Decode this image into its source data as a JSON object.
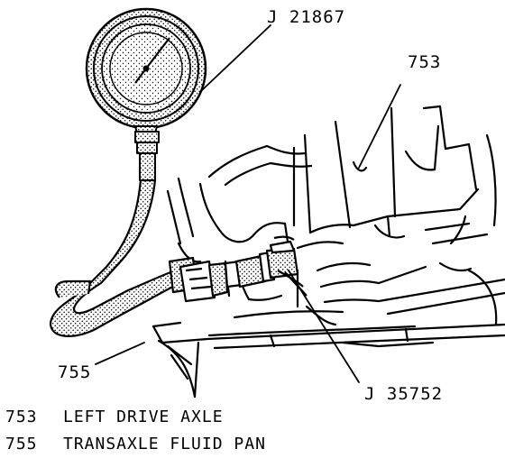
{
  "callouts": {
    "gauge_tool": "J 21867",
    "drive_axle": "753",
    "fluid_pan": "755",
    "adapter_tool": "J 35752"
  },
  "legend": [
    {
      "number": "753",
      "description": "LEFT DRIVE AXLE"
    },
    {
      "number": "755",
      "description": "TRANSAXLE FLUID PAN"
    }
  ],
  "colors": {
    "ink": "#000000",
    "paper": "#ffffff"
  }
}
